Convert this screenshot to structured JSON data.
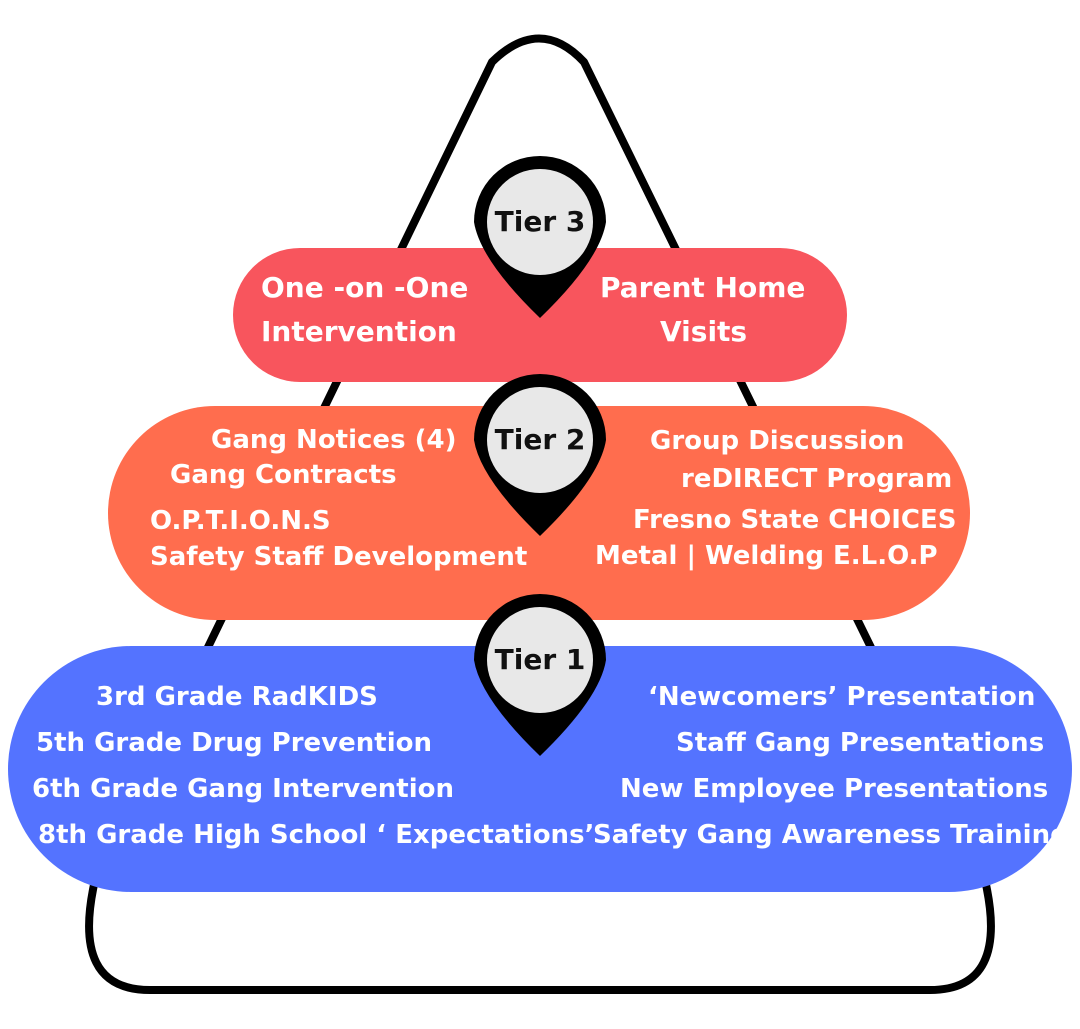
{
  "colors": {
    "tier3": "#f8555d",
    "tier2": "#ff6d4e",
    "tier1": "#5473ff",
    "outline": "#000000",
    "pin_fill": "#e8e8e8"
  },
  "tiers": [
    {
      "label": "Tier 3",
      "left": [
        "One -on -One",
        "Intervention"
      ],
      "right": [
        "Parent Home",
        "Visits"
      ]
    },
    {
      "label": "Tier 2",
      "left": [
        "Gang Notices (4)",
        "Gang Contracts",
        "O.P.T.I.O.N.S",
        "Safety Staff Development"
      ],
      "right": [
        "Group Discussion",
        "reDIRECT Program",
        "Fresno State CHOICES",
        "Metal | Welding E.L.O.P"
      ]
    },
    {
      "label": "Tier 1",
      "left": [
        "3rd Grade RadKIDS",
        "5th Grade Drug Prevention",
        "6th Grade Gang Intervention",
        "8th Grade High School ‘ Expectations’"
      ],
      "right": [
        "‘Newcomers’ Presentation",
        "Staff Gang Presentations",
        "New Employee Presentations",
        "Safety Gang Awareness Training"
      ]
    }
  ]
}
